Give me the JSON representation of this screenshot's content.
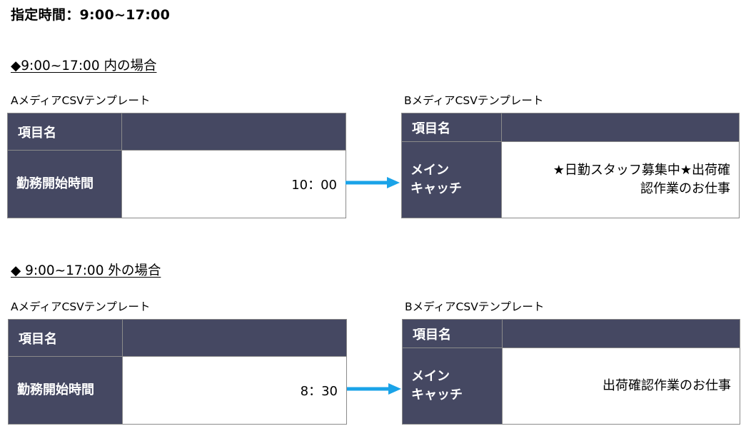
{
  "title": "指定時間：9:00~17:00",
  "section1": {
    "heading": "◆9:00~17:00 内の場合",
    "left": {
      "caption": "AメディアCSVテンプレート",
      "header": "項目名",
      "label": "勤務開始時間",
      "value": "10：00"
    },
    "right": {
      "caption": "BメディアCSVテンプレート",
      "header": "項目名",
      "label_line1": "メイン",
      "label_line2": "キャッチ",
      "value_line1": "★日勤スタッフ募集中★出荷確",
      "value_line2": "認作業のお仕事"
    }
  },
  "section2": {
    "heading": "◆ 9:00~17:00 外の場合",
    "left": {
      "caption": "AメディアCSVテンプレート",
      "header": "項目名",
      "label": "勤務開始時間",
      "value": "8：30"
    },
    "right": {
      "caption": "BメディアCSVテンプレート",
      "header": "項目名",
      "label_line1": "メイン",
      "label_line2": "キャッチ",
      "value_line1": "出荷確認作業のお仕事"
    }
  },
  "colors": {
    "header_bg": "#454862",
    "arrow": "#1aa3e8"
  }
}
